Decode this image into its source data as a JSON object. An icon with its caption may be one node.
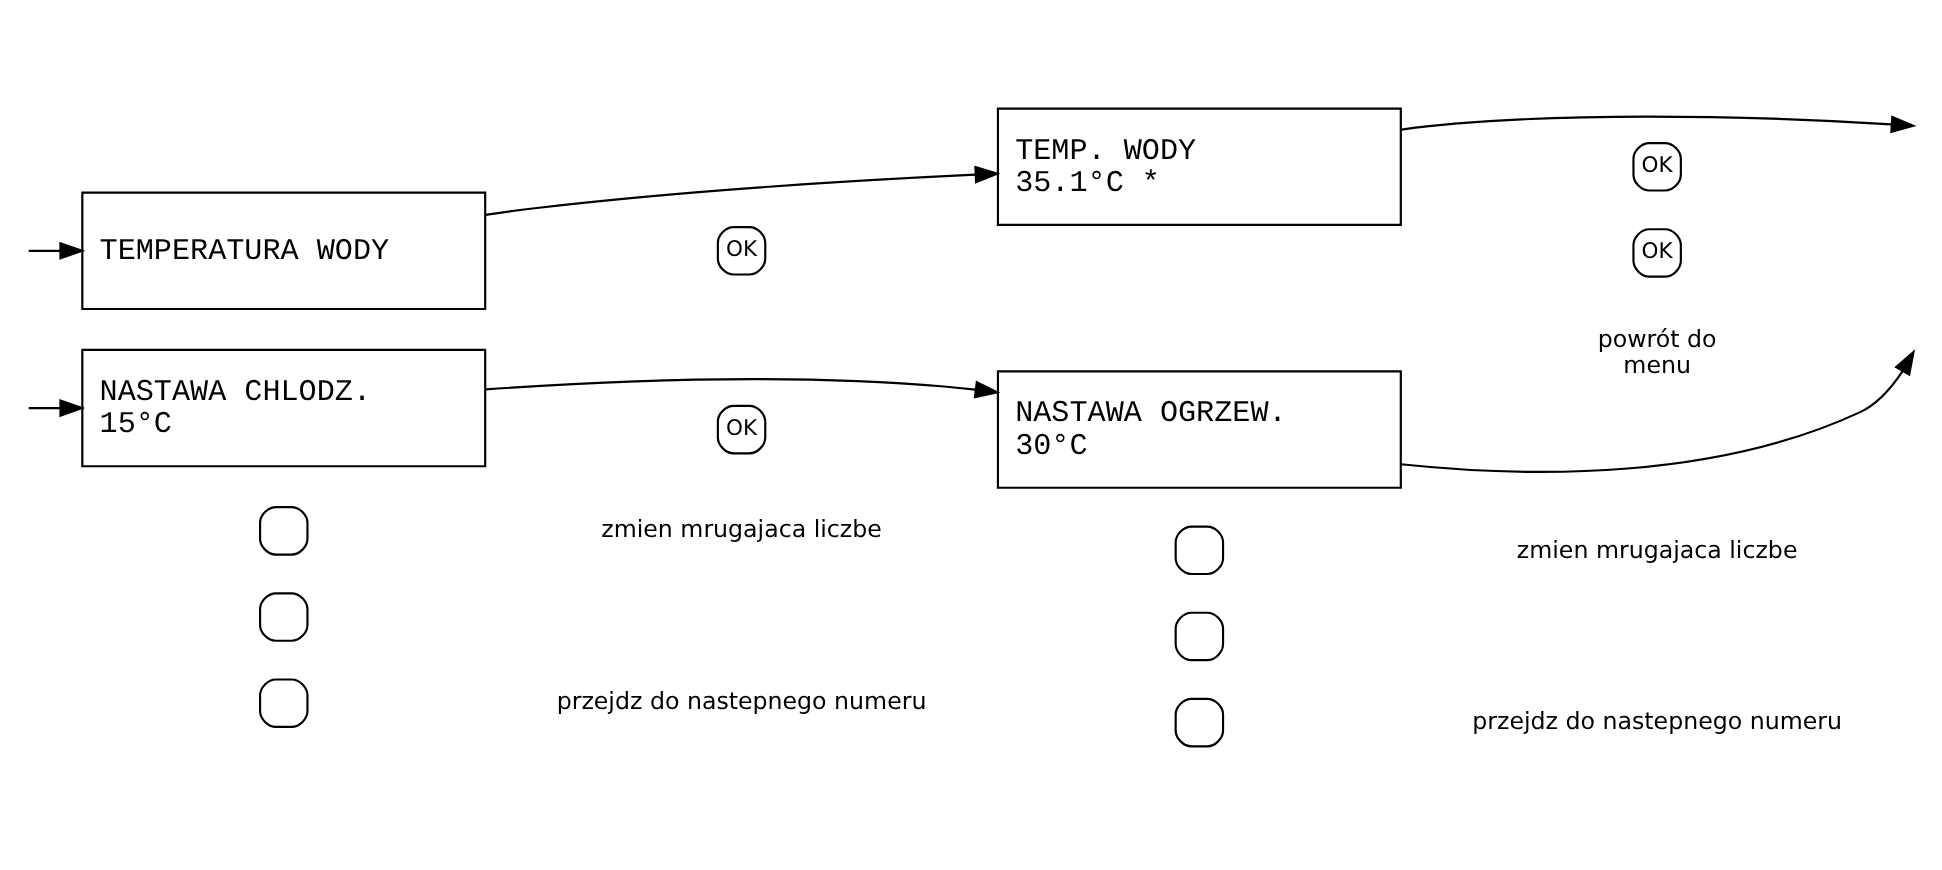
{
  "diagram": {
    "nodes": [
      {
        "text": [
          "TEMPERATURA WODY"
        ]
      },
      {
        "text": [
          "TEMP. WODY",
          "35.1°C *"
        ]
      },
      {
        "text": [
          "NASTAWA CHLODZ.",
          "15°C"
        ]
      },
      {
        "text": [
          "NASTAWA OGRZEW.",
          "30°C"
        ]
      },
      {
        "text": [
          "OK"
        ]
      },
      {
        "text": [
          "OK"
        ]
      },
      {
        "text": [
          "OK"
        ]
      },
      {
        "text": [
          "OK"
        ],
        "beside": [
          "powrót do menu"
        ]
      },
      {
        "text": [],
        "shape": "box"
      },
      {
        "text": [],
        "shape": "box"
      },
      {
        "text": [],
        "shape": "box"
      },
      {
        "text": [],
        "shape": "box"
      },
      {
        "text": [],
        "shape": "box"
      },
      {
        "text": [],
        "shape": "box"
      }
    ],
    "edges": [
      {
        "from": null,
        "to": 0,
        "arrow": "to"
      },
      {
        "from": 0,
        "to": 1,
        "arrow": "to"
      },
      {
        "from": 1,
        "to": null,
        "arrow": "to"
      },
      {
        "from": null,
        "to": 2,
        "arrow": "to"
      },
      {
        "from": 2,
        "to": 3,
        "arrow": "to"
      },
      {
        "from": 3,
        "to": null,
        "arrow": "to"
      }
    ],
    "labels": [
      "zmien mrugajaca liczbe",
      "przejdz do nastepnego numeru",
      "zmien mrugajaca liczbe",
      "przejdz do nastepnego numeru"
    ]
  }
}
